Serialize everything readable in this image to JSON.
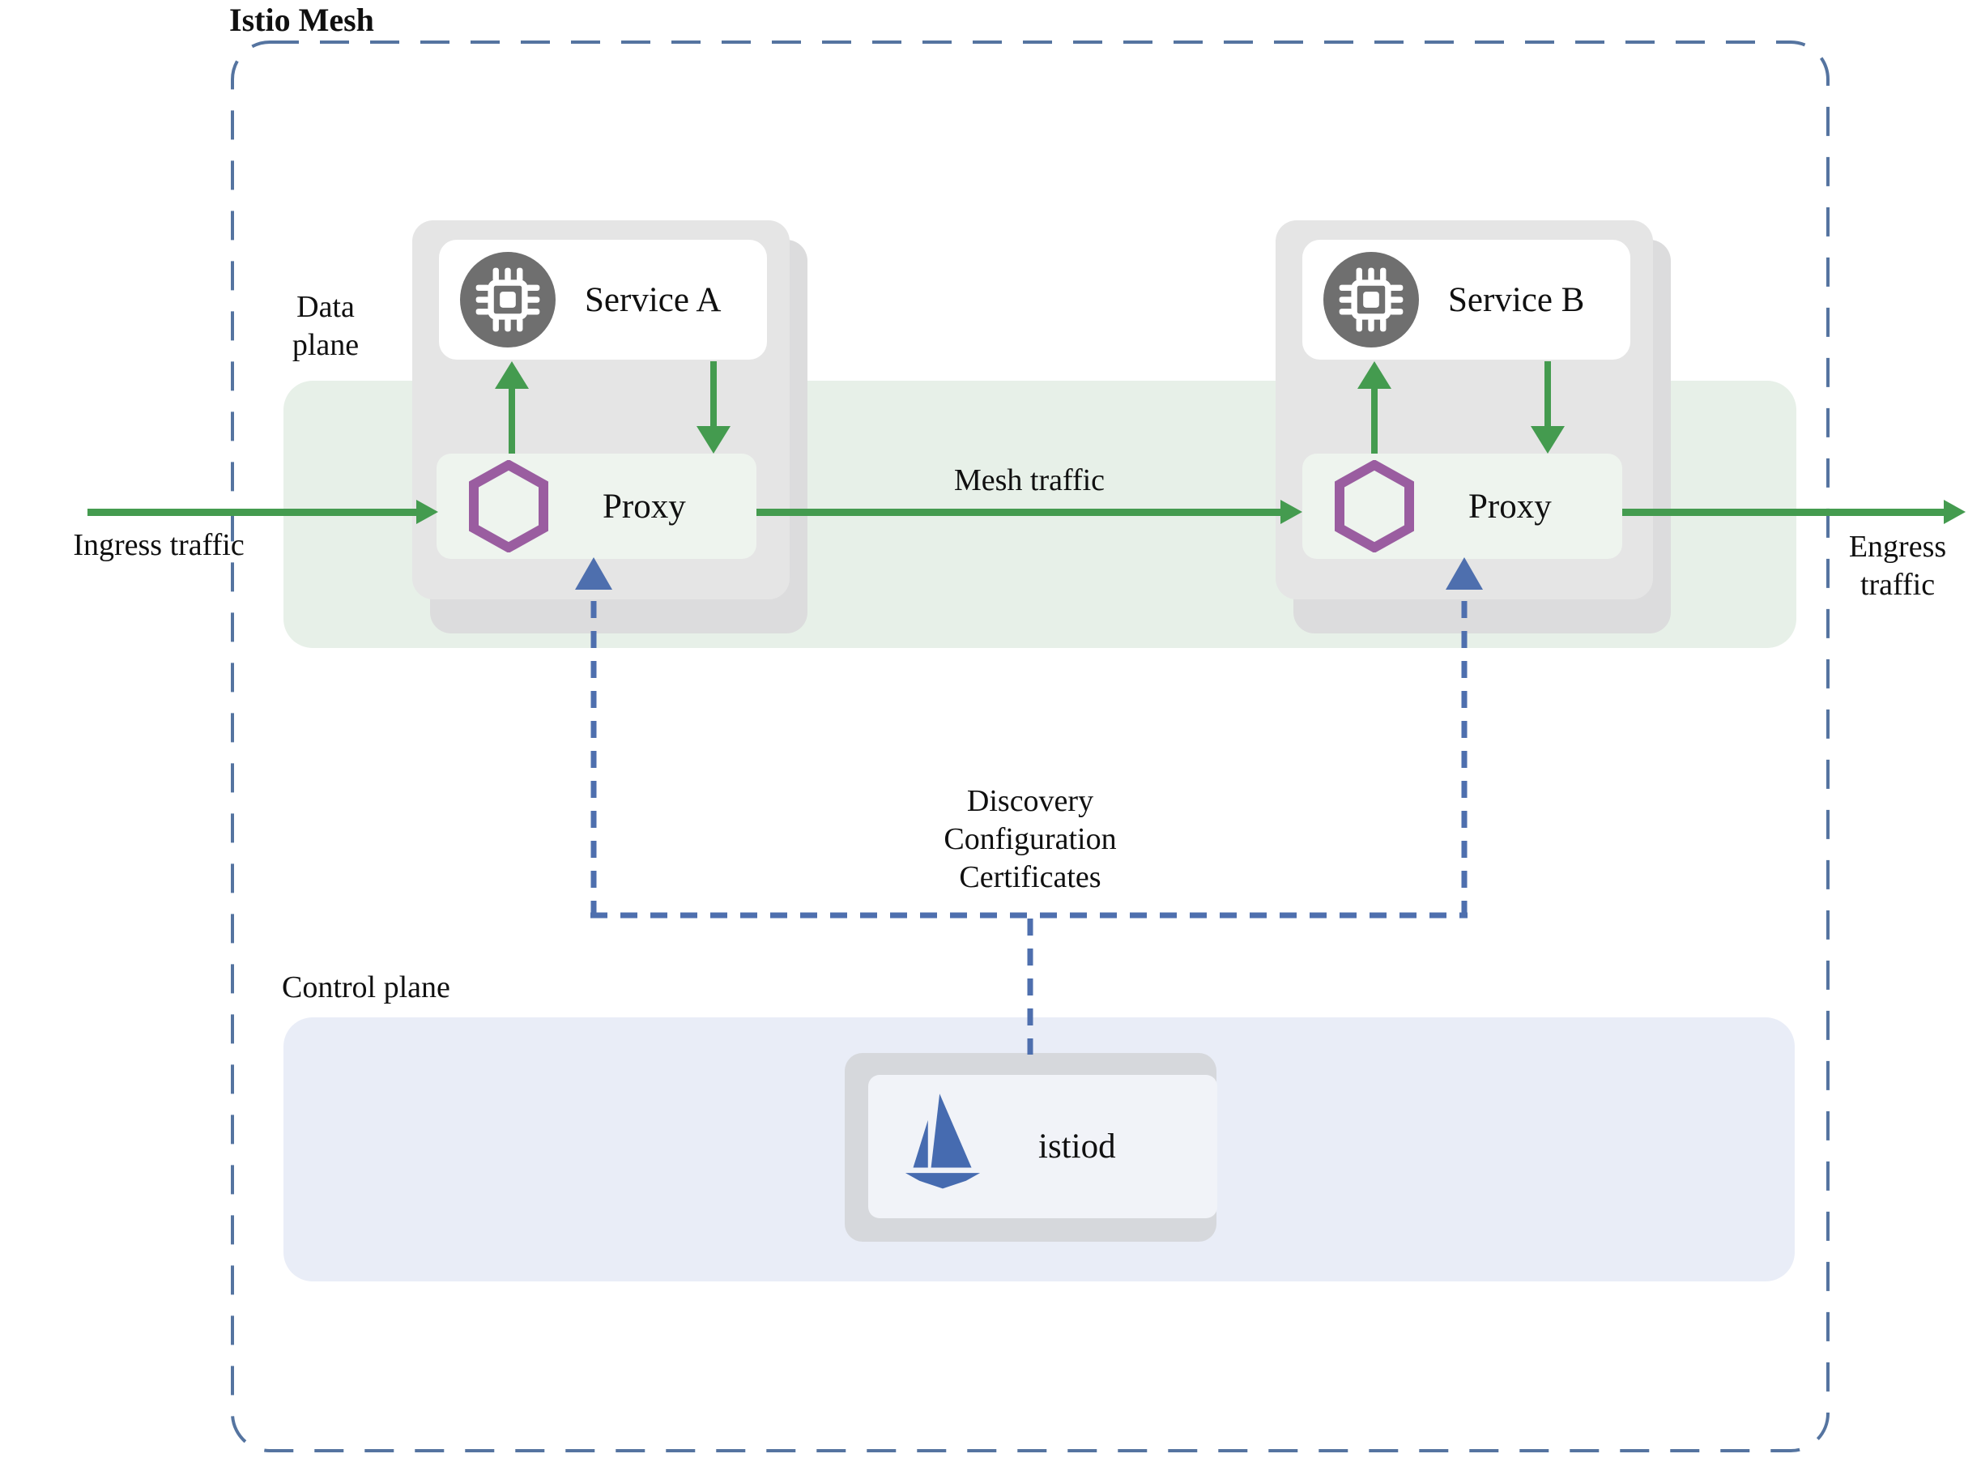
{
  "title": "Istio Mesh",
  "regions": {
    "data_plane_label": "Data plane",
    "control_plane_label": "Control plane"
  },
  "flows": {
    "ingress_label": "Ingress traffic",
    "mesh_label": "Mesh traffic",
    "engress_label": "Engress traffic",
    "discovery_lines": [
      "Discovery",
      "Configuration",
      "Certificates"
    ]
  },
  "nodes": {
    "service_a": {
      "label": "Service A",
      "icon": "cpu-chip-icon"
    },
    "service_b": {
      "label": "Service B",
      "icon": "cpu-chip-icon"
    },
    "proxy_a": {
      "label": "Proxy",
      "icon": "envoy-hexagon-icon"
    },
    "proxy_b": {
      "label": "Proxy",
      "icon": "envoy-hexagon-icon"
    },
    "istiod": {
      "label": "istiod",
      "icon": "istio-sail-icon"
    }
  },
  "colors": {
    "traffic_green": "#449b4f",
    "data_plane_bg": "#e7f0e8",
    "proxy_box_bg": "#eef4ee",
    "envoy_purple": "#9a5da0",
    "control_plane_bg": "#e9edf7",
    "istio_blue": "#466bb0",
    "dashed_blue": "#4e6fae",
    "mesh_border_blue": "#5574a0",
    "card_gray": "#e5e5e5",
    "card_gray_back": "#dcdcdd",
    "istiod_card": "#d6d8dc",
    "istiod_inner": "#f1f3f8",
    "icon_gray": "#6f6f6f"
  }
}
